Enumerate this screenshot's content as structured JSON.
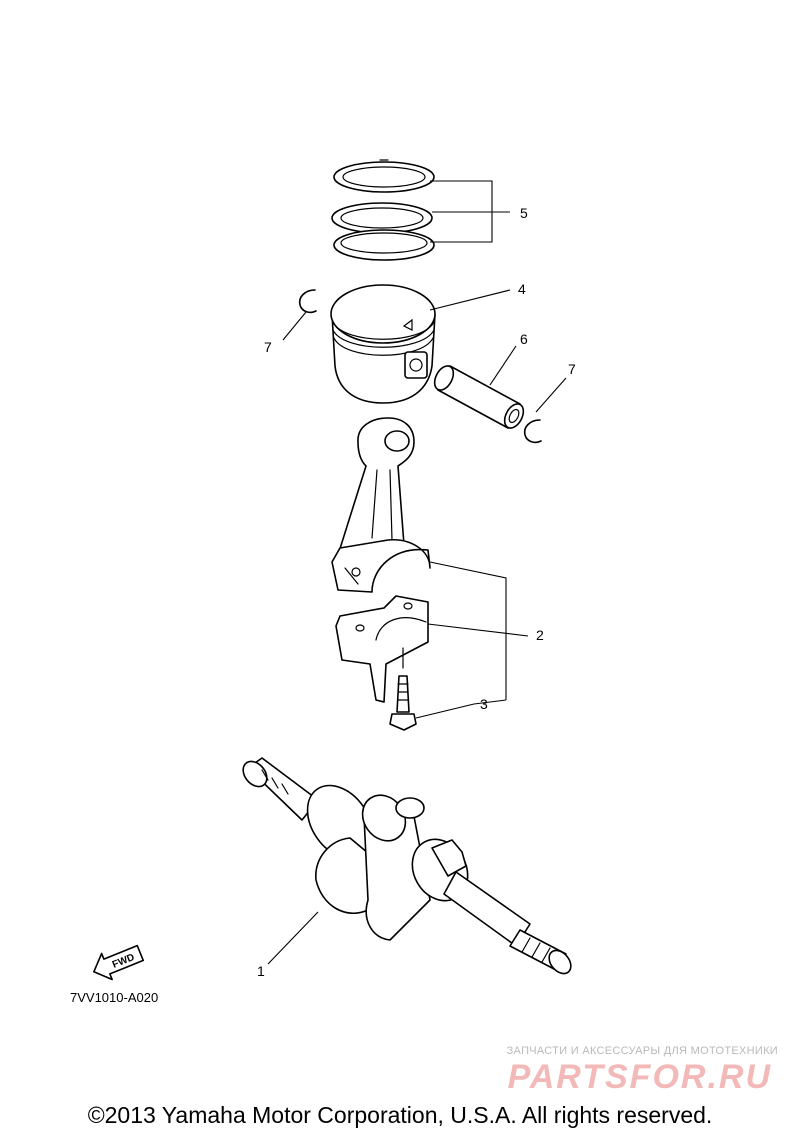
{
  "callouts": [
    {
      "id": "1",
      "text": "1"
    },
    {
      "id": "2",
      "text": "2"
    },
    {
      "id": "3",
      "text": "3"
    },
    {
      "id": "4",
      "text": "4"
    },
    {
      "id": "5",
      "text": "5"
    },
    {
      "id": "6",
      "text": "6"
    },
    {
      "id": "7a",
      "text": "7"
    },
    {
      "id": "7b",
      "text": "7"
    }
  ],
  "fwd_label": "FWD",
  "diagram_code": "7VV1010-A020",
  "watermark": {
    "caption": "ЗАПЧАСТИ И АКСЕССУАРЫ ДЛЯ МОТОТЕХНИКИ",
    "logo": "PARTSFOR.RU"
  },
  "copyright": "©2013 Yamaha Motor Corporation, U.S.A. All rights reserved.",
  "colors": {
    "line": "#000000",
    "background": "#ffffff",
    "watermark_logo": "#f3b8b8",
    "watermark_caption": "#b9b9b9"
  },
  "icons": [
    "fwd-arrow-icon"
  ]
}
